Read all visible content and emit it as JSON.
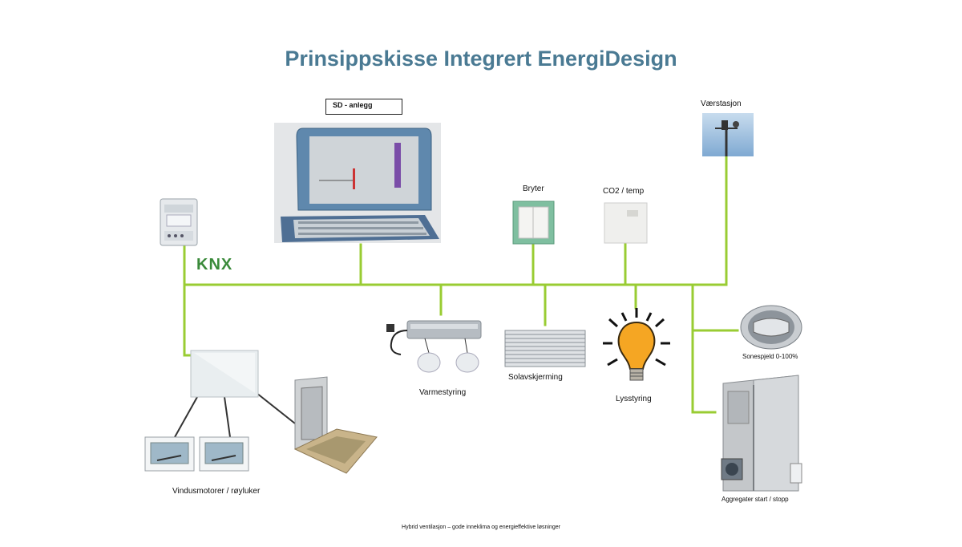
{
  "title": "Prinsippskisse Integrert EnergiDesign",
  "labels": {
    "sd_anlegg": "SD - anlegg",
    "vaerstasjon": "Værstasjon",
    "bryter": "Bryter",
    "co2_temp": "CO2 / temp",
    "knx": "KNX",
    "varmestyring": "Varmestyring",
    "solavskjerming": "Solavskjerming",
    "lysstyring": "Lysstyring",
    "sonespjeld": "Sonespjeld 0-100%",
    "vindusmotorer": "Vindusmotorer / røyluker",
    "aggregater": "Aggregater start / stopp"
  },
  "footer": "Hybrid ventilasjon – gode inneklima og energieffektive løsninger",
  "colors": {
    "bus_line": "#99cc33",
    "title": "#4a7a93",
    "knx_logo": "#3a8a3a"
  }
}
